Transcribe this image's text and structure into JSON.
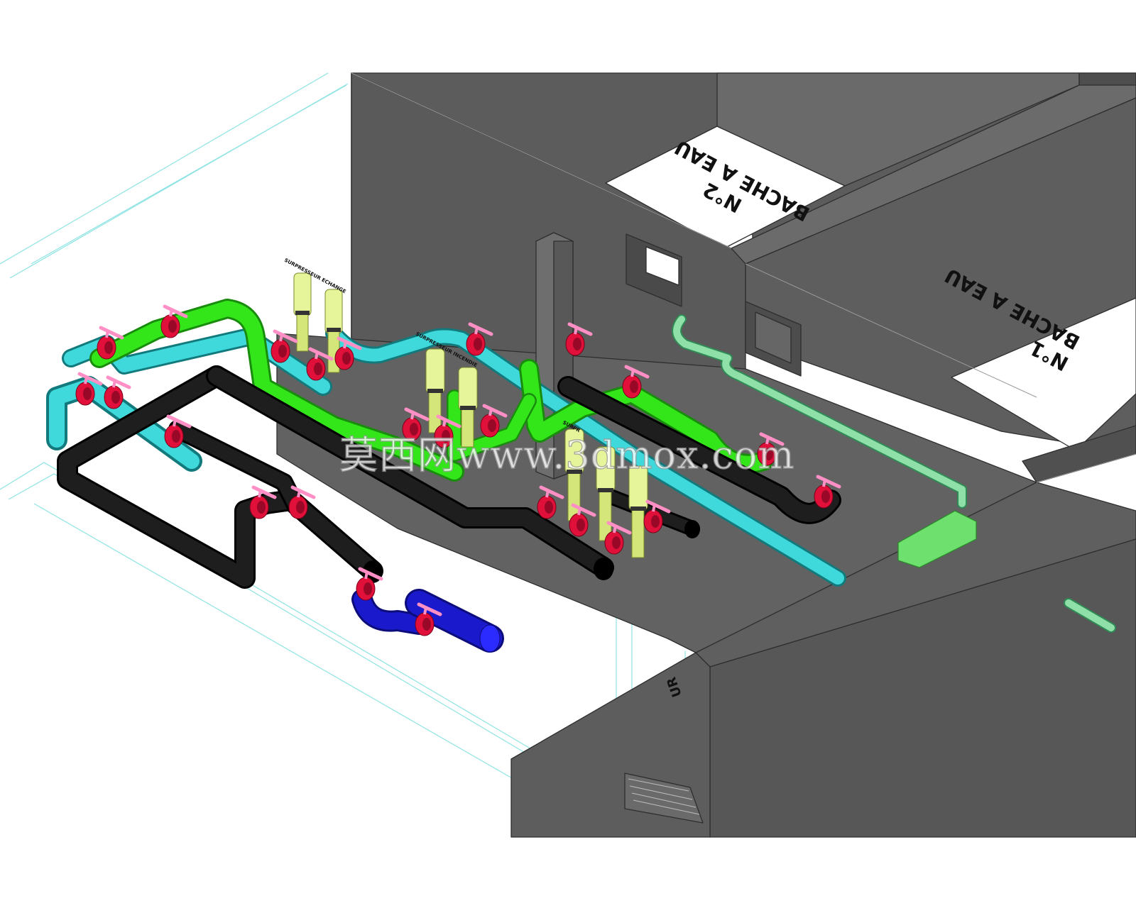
{
  "labels": {
    "tank_2_line1": "BACHE A EAU",
    "tank_2_line2": "N°2",
    "tank_1_line1": "BACHE A EAU",
    "tank_1_line2": "N°1",
    "pit_label": "UR",
    "booster_1": "SURPRESSEUR ECHANGE",
    "booster_2": "SURPRESSEUR INCENDIE",
    "booster_3": "SURPR"
  },
  "watermark": "莫西网www.3dmox.com",
  "colors": {
    "wall": "#5c5c5c",
    "wall_dark": "#454545",
    "floor": "#ffffff",
    "pipe_black": "#0d0d0d",
    "pipe_green": "#33e61a",
    "pipe_cyan": "#3fd9dc",
    "pipe_blue": "#1a1acc",
    "pipe_mint": "#8fe0a8",
    "pump": "#e6f59a",
    "valve_body": "#e0103a",
    "valve_handle": "#ff8fc4",
    "site_line": "#8fe3e3"
  }
}
